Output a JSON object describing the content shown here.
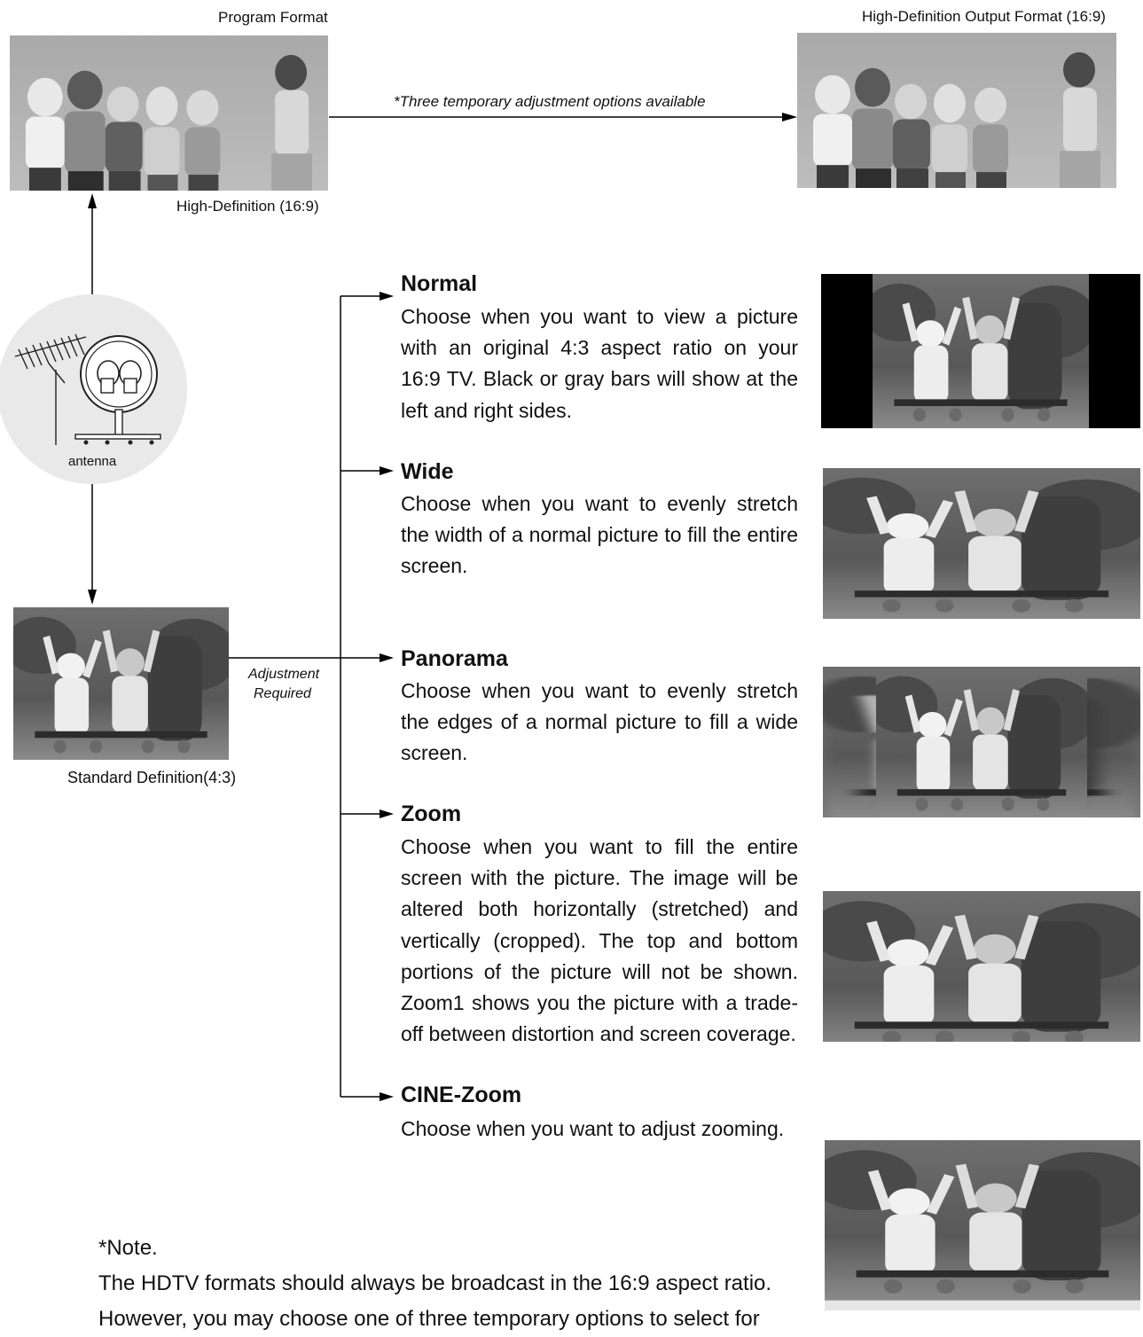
{
  "labels": {
    "program_format": "Program Format",
    "hd_output_format": "High-Definition Output Format (16:9)",
    "high_definition": "High-Definition (16:9)",
    "three_options": "*Three temporary adjustment options available",
    "antenna": "antenna",
    "adjustment": "Adjustment",
    "required": "Required",
    "standard_definition": "Standard Definition(4:3)"
  },
  "modes": [
    {
      "title": "Normal",
      "desc": "Choose when you want to view a picture with an original 4:3 aspect ratio on your 16:9 TV.  Black or gray bars will show at the left and right sides."
    },
    {
      "title": "Wide",
      "desc": "Choose when you want to evenly stretch the width of a normal picture to fill the entire screen."
    },
    {
      "title": "Panorama",
      "desc": "Choose when you want to evenly stretch the edges of a normal picture to fill a wide screen."
    },
    {
      "title": "Zoom",
      "desc": "Choose when you want to fill the entire screen with the picture.  The image will be altered both horizontally (stretched) and vertically (cropped).  The top and bottom portions of the picture will not be shown. Zoom1 shows you the picture with a trade-off between distortion and screen coverage."
    },
    {
      "title": "CINE-Zoom",
      "desc": "Choose when you want to adjust zooming."
    }
  ],
  "note": {
    "heading": "*Note.",
    "line1": "The HDTV formats should always be broadcast in the 16:9 aspect ratio.",
    "line2": "However, you may choose one of three temporary options to select for"
  }
}
